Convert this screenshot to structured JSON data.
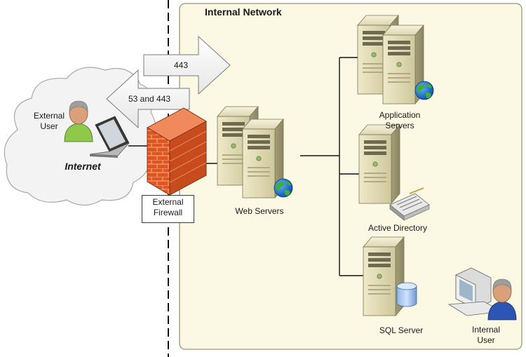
{
  "network": {
    "title": "Internal Network"
  },
  "internet": {
    "label": "Internet",
    "user_line1": "External",
    "user_line2": "User"
  },
  "arrows": {
    "inbound_ports": "443",
    "outbound_ports": "53 and 443"
  },
  "firewall": {
    "line1": "External",
    "line2": "Firewall"
  },
  "nodes": {
    "web_servers": "Web Servers",
    "app_servers_line1": "Application",
    "app_servers_line2": "Servers",
    "active_directory": "Active Directory",
    "sql_server": "SQL Server",
    "internal_user_line1": "Internal",
    "internal_user_line2": "User"
  },
  "colors": {
    "zone_fill": "#fbf8e4",
    "zone_border": "#9c9574",
    "firewall": "#e2551f",
    "server_body": "#dcd4ad"
  }
}
